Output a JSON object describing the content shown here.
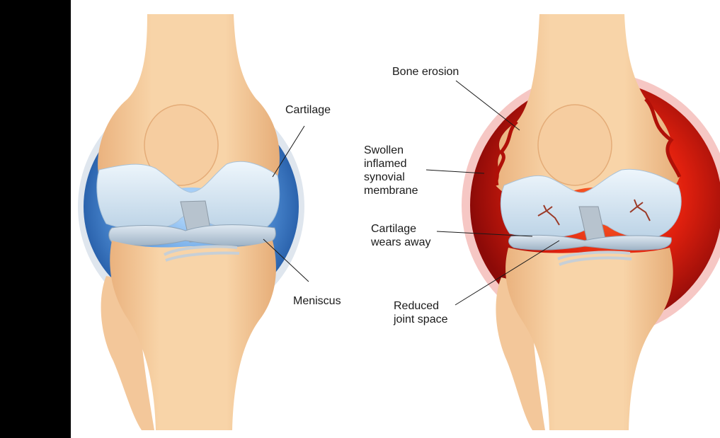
{
  "colors": {
    "bone": "#f7d2a4",
    "bone_shade": "#e9b482",
    "cartilage": "#d8e8f3",
    "meniscus": "#c8d6e3",
    "healthy_capsule": "#3e7cc4",
    "inflamed_capsule": "#c6150f",
    "label_text": "#1a1a1a",
    "black_bar": "#000000"
  },
  "healthy_knee": {
    "labels": {
      "cartilage": "Cartilage",
      "meniscus": "Meniscus"
    }
  },
  "arthritic_knee": {
    "labels": {
      "bone_erosion": "Bone erosion",
      "synovial": "Swollen\ninflamed\nsynovial\nmembrane",
      "cartilage_wear": "Cartilage\nwears away",
      "joint_space": "Reduced\njoint space"
    }
  }
}
